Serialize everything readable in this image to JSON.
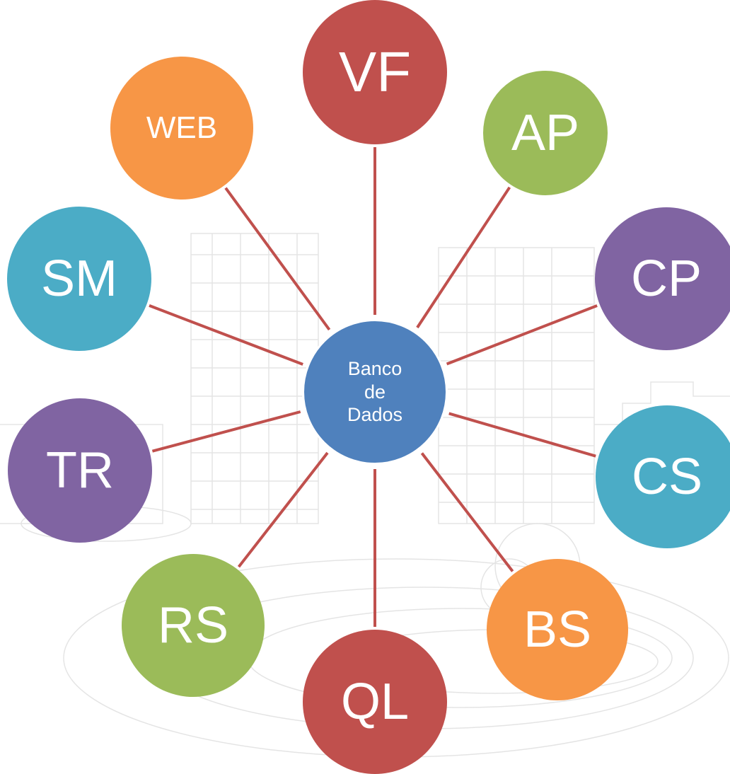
{
  "hub": {
    "lines": [
      "Banco",
      "de",
      "Dados"
    ],
    "color": "#4f81bd"
  },
  "nodes": [
    {
      "id": "vf",
      "label": "VF",
      "color": "#c0504d"
    },
    {
      "id": "ap",
      "label": "AP",
      "color": "#9bbb59"
    },
    {
      "id": "cp",
      "label": "CP",
      "color": "#8064a2"
    },
    {
      "id": "cs",
      "label": "CS",
      "color": "#4bacc6"
    },
    {
      "id": "bs",
      "label": "BS",
      "color": "#f79646"
    },
    {
      "id": "ql",
      "label": "QL",
      "color": "#c0504d"
    },
    {
      "id": "rs",
      "label": "RS",
      "color": "#9bbb59"
    },
    {
      "id": "tr",
      "label": "TR",
      "color": "#8064a2"
    },
    {
      "id": "sm",
      "label": "SM",
      "color": "#4bacc6"
    },
    {
      "id": "web",
      "label": "WEB",
      "color": "#f79646"
    }
  ],
  "connector_color": "#c0504d"
}
